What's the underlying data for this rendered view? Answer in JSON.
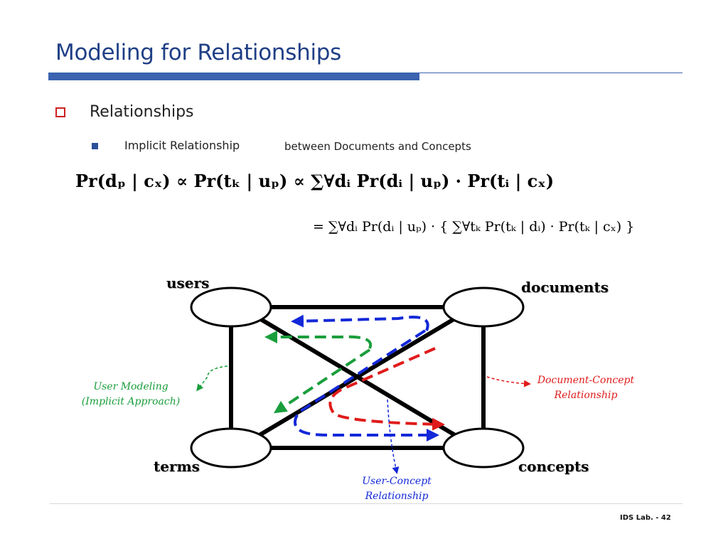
{
  "slide": {
    "title": "Modeling for Relationships",
    "bullet1": "Relationships",
    "bullet2": "Implicit Relationship",
    "bullet2_right": "between Documents and Concepts",
    "footer": "IDS Lab. - 42"
  },
  "equation": {
    "line1": "Pr(dₚ | cₓ) ∝ Pr(tₖ | uₚ) ∝ ∑∀dᵢ Pr(dᵢ | uₚ) · Pr(tᵢ | cₓ)",
    "line2": "= ∑∀dᵢ Pr(dᵢ | uₚ) · { ∑∀tₖ Pr(tₖ | dᵢ) · Pr(tₖ | cₓ) }"
  },
  "diagram": {
    "nodes": {
      "users": "users",
      "documents": "documents",
      "terms": "terms",
      "concepts": "concepts"
    },
    "annotations": {
      "user_modeling_line1": "User Modeling",
      "user_modeling_line2": "(Implicit Approach)",
      "doc_concept_line1": "Document-Concept",
      "doc_concept_line2": "Relationship",
      "user_concept_line1": "User-Concept",
      "user_concept_line2": "Relationship"
    },
    "colors": {
      "user_modeling": "#1a9e3c",
      "document_concept": "#e01b1b",
      "user_concept": "#1328d8"
    }
  }
}
